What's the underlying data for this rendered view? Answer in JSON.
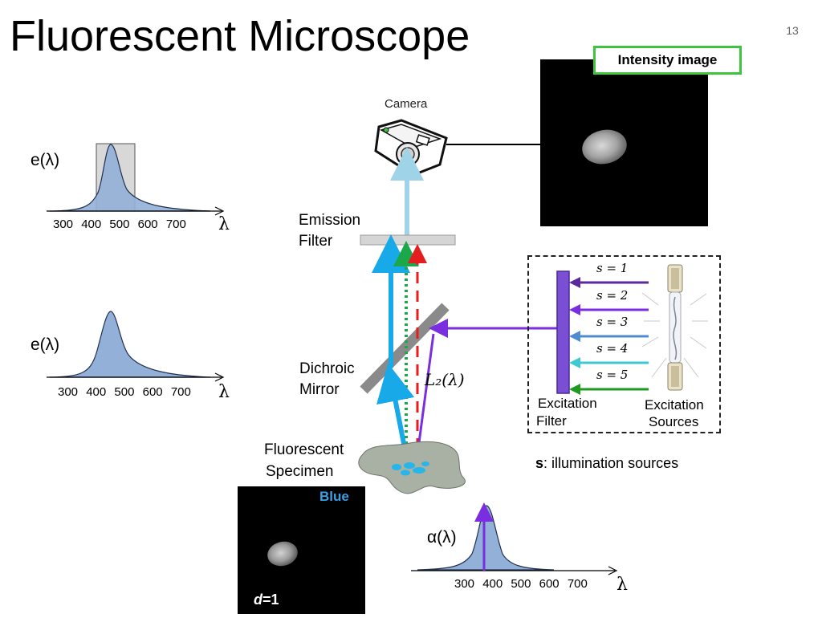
{
  "slide": {
    "title": "Fluorescent Microscope",
    "page_number": "13"
  },
  "labels": {
    "camera": "Camera",
    "emission_filter_line1": "Emission",
    "emission_filter_line2": "Filter",
    "dichroic_line1": "Dichroic",
    "dichroic_line2": "Mirror",
    "specimen_line1": "Fluorescent",
    "specimen_line2": "Specimen",
    "excitation_filter_line1": "Excitation",
    "excitation_filter_line2": "Filter",
    "excitation_sources_line1": "Excitation",
    "excitation_sources_line2": "Sources",
    "sources_caption_bold": "s",
    "sources_caption_rest": ": illumination sources",
    "light_path": "L₂(λ)",
    "intensity_image": "Intensity image",
    "blue": "Blue",
    "d_var": "d",
    "d_value": "=1"
  },
  "sources": [
    {
      "label": "s = 1",
      "color": "#5b2a9e"
    },
    {
      "label": "s = 2",
      "color": "#7a2ee0"
    },
    {
      "label": "s = 3",
      "color": "#4f8bd0"
    },
    {
      "label": "s = 4",
      "color": "#3ec8d2"
    },
    {
      "label": "s = 5",
      "color": "#1e9a1e"
    }
  ],
  "colors": {
    "curve_fill": "#93b0d8",
    "curve_stroke": "#1f2f4f",
    "filter_box": "#bcbcbc",
    "excitation_filter": "#7b4fd3",
    "green_frame": "#3ec43e",
    "blue_text": "#3aa0e6"
  },
  "chart_data": [
    {
      "type": "area",
      "title": "e(λ)",
      "xlabel": "λ",
      "ticks": [
        "300",
        "400",
        "500",
        "600",
        "700"
      ],
      "note": "emission spectrum with filter passband box"
    },
    {
      "type": "area",
      "title": "e(λ)",
      "xlabel": "λ",
      "ticks": [
        "300",
        "400",
        "500",
        "600",
        "700"
      ]
    },
    {
      "type": "area",
      "title": "α(λ)",
      "xlabel": "λ",
      "ticks": [
        "300",
        "400",
        "500",
        "600",
        "700"
      ]
    }
  ]
}
